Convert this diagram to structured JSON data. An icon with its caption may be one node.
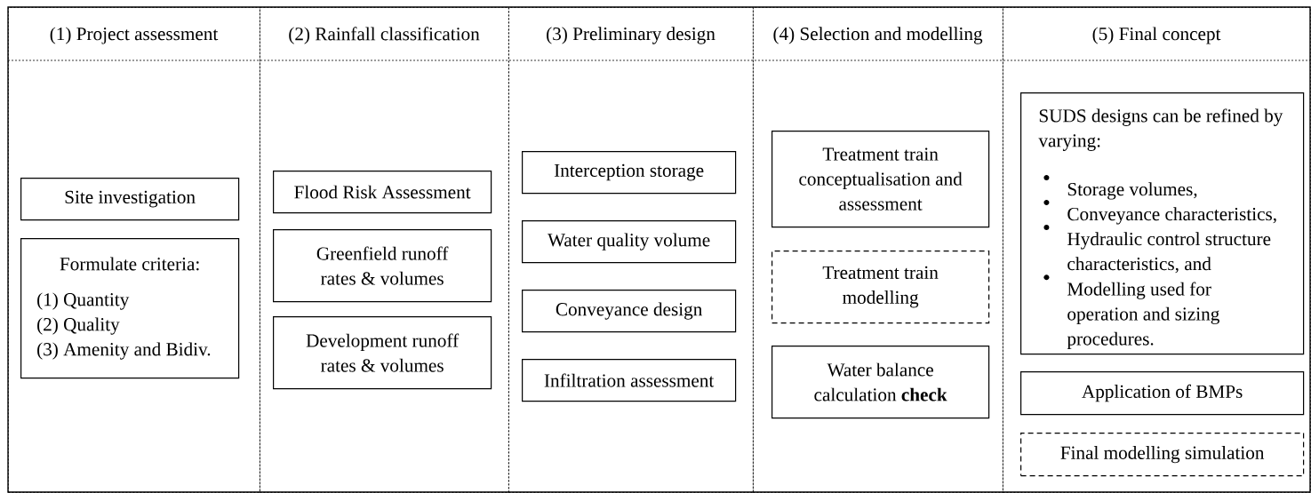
{
  "diagram": {
    "nodes": [
      {
        "text": [
          "(1) Project assessment"
        ]
      },
      {
        "text": [
          "Site investigation"
        ],
        "in": 0
      },
      {
        "text": [
          "Formulate criteria:",
          "(1) Quantity",
          "(2) Quality",
          "(3) Amenity and Bidiv."
        ],
        "in": 0
      },
      {
        "text": [
          "(2) Rainfall classification"
        ]
      },
      {
        "text": [
          "Flood Risk Assessment"
        ],
        "in": 3
      },
      {
        "text": [
          "Greenfield runoff rates & volumes"
        ],
        "in": 3
      },
      {
        "text": [
          "Development runoff rates & volumes"
        ],
        "in": 3
      },
      {
        "text": [
          "(3) Preliminary design"
        ]
      },
      {
        "text": [
          "Interception storage"
        ],
        "in": 7
      },
      {
        "text": [
          "Water quality volume"
        ],
        "in": 7
      },
      {
        "text": [
          "Conveyance design"
        ],
        "in": 7
      },
      {
        "text": [
          "Infiltration assessment"
        ],
        "in": 7
      },
      {
        "text": [
          "(4) Selection and modelling"
        ]
      },
      {
        "text": [
          "Treatment train conceptualisation and assessment"
        ],
        "in": 12
      },
      {
        "text": [
          "Treatment train modelling"
        ],
        "in": 12
      },
      {
        "text": [
          "Water balance calculation **check**"
        ],
        "in": 12
      },
      {
        "text": [
          "(5) Final concept"
        ]
      },
      {
        "text": [
          "SUDS designs can be refined by varying:",
          "Storage volumes,",
          "Conveyance characteristics,",
          "Hydraulic control structure characteristics, and",
          "Modelling used for operation and sizing procedures."
        ],
        "in": 16
      },
      {
        "text": [
          "Application of BMPs"
        ],
        "in": 16
      },
      {
        "text": [
          "Final modelling simulation"
        ],
        "in": 16
      }
    ]
  }
}
